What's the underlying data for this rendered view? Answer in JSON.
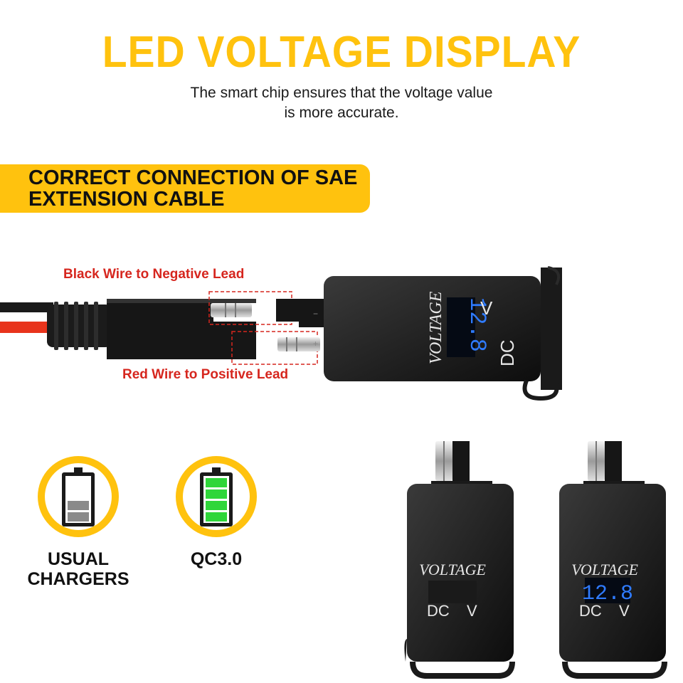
{
  "header": {
    "title": "LED VOLTAGE DISPLAY",
    "subtitle_line1": "The smart chip ensures that the voltage value",
    "subtitle_line2": "is more accurate."
  },
  "banner": {
    "text": "CORRECT CONNECTION OF SAE\nEXTENSION CABLE"
  },
  "connection": {
    "negative_label": "Black Wire to Negative Lead",
    "positive_label": "Red Wire to Positive Lead"
  },
  "module": {
    "brand": "VOLTAGE",
    "reading": "12.8",
    "unit_dc": "DC",
    "unit_v": "V"
  },
  "charging": {
    "usual_label": "USUAL\nCHARGERS",
    "qc_label": "QC3.0",
    "usual_level": 0.4,
    "qc_level": 1.0
  },
  "colors": {
    "accent": "#ffc20e",
    "lead_label": "#d6261e",
    "led_blue": "#2f7bff",
    "battery_green": "#2fd63a"
  }
}
